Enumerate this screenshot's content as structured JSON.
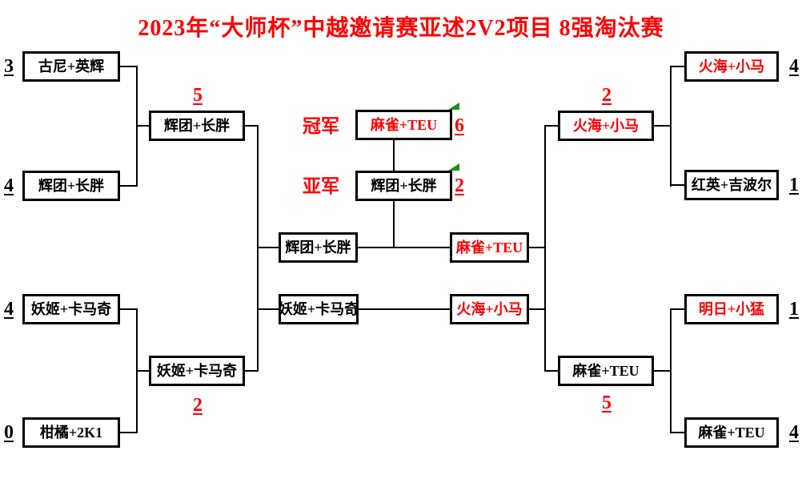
{
  "title": "2023年“大师杯”中越邀请赛亚述2V2项目 8强淘汰赛",
  "palette": {
    "red": "#FF0000",
    "black": "#000000",
    "green": "#1E8F1E",
    "background": "#FFFFFF"
  },
  "finals": {
    "champion_label": "冠军",
    "runner_up_label": "亚军",
    "champion": {
      "team": "麻雀+TEU",
      "score": "6",
      "team_color": "red",
      "score_color": "red"
    },
    "runner_up": {
      "team": "辉团+长胖",
      "score": "2",
      "team_color": "black",
      "score_color": "red"
    },
    "corner_marker": "green-corner-flag"
  },
  "left_bracket": {
    "quarterfinals": [
      {
        "team": "古尼+英辉",
        "score": "3",
        "team_color": "black",
        "score_color": "black"
      },
      {
        "team": "辉团+长胖",
        "score": "4",
        "team_color": "black",
        "score_color": "black"
      },
      {
        "team": "妖姬+卡马奇",
        "score": "4",
        "team_color": "black",
        "score_color": "black"
      },
      {
        "team": "柑橘+2K1",
        "score": "0",
        "team_color": "black",
        "score_color": "black"
      }
    ],
    "winners": [
      {
        "team": "辉团+长胖",
        "score": "5",
        "team_color": "black",
        "score_color": "red"
      },
      {
        "team": "妖姬+卡马奇",
        "score": "2",
        "team_color": "black",
        "score_color": "red"
      }
    ],
    "semifinalists": [
      {
        "team": "辉团+长胖",
        "team_color": "black"
      },
      {
        "team": "妖姬+卡马奇",
        "team_color": "black"
      }
    ]
  },
  "right_bracket": {
    "quarterfinals": [
      {
        "team": "火海+小马",
        "score": "4",
        "team_color": "red",
        "score_color": "black"
      },
      {
        "team": "红英+吉波尔",
        "score": "1",
        "team_color": "black",
        "score_color": "black"
      },
      {
        "team": "明日+小猛",
        "score": "1",
        "team_color": "red",
        "score_color": "black"
      },
      {
        "team": "麻雀+TEU",
        "score": "4",
        "team_color": "black",
        "score_color": "black"
      }
    ],
    "winners": [
      {
        "team": "火海+小马",
        "score": "2",
        "team_color": "red",
        "score_color": "red"
      },
      {
        "team": "麻雀+TEU",
        "score": "5",
        "team_color": "black",
        "score_color": "red"
      }
    ],
    "semifinalists": [
      {
        "team": "麻雀+TEU",
        "team_color": "red"
      },
      {
        "team": "火海+小马",
        "team_color": "red"
      }
    ]
  }
}
